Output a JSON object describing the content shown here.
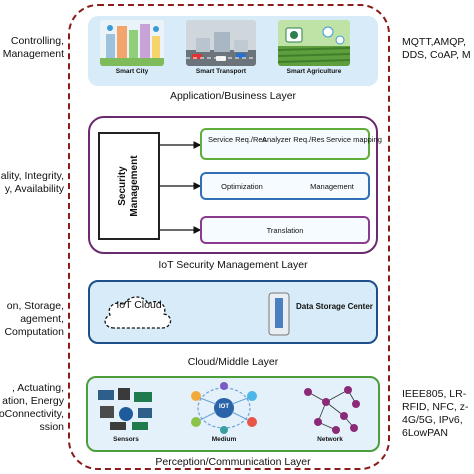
{
  "left_text": {
    "app": [
      "Controlling,",
      "Management"
    ],
    "security": [
      "ality, Integrity,",
      "y, Availability"
    ],
    "cloud": [
      "on, Storage,",
      "agement,",
      "Computation"
    ],
    "perception": [
      ", Actuating,",
      "ation, Energy",
      "oConnectivity,",
      "ssion"
    ]
  },
  "right_text": {
    "app": [
      "MQTT,AMQP,",
      "DDS, CoAP, M"
    ],
    "perception": [
      "IEEE805, LR-",
      "RFID, NFC, z-",
      "4G/5G, IPv6,",
      "6LowPAN"
    ]
  },
  "application_layer": {
    "label": "Application/Business Layer",
    "items": [
      "Smart City",
      "Smart Transport",
      "Smart Agriculture"
    ]
  },
  "security_layer": {
    "label": "IoT Security Management Layer",
    "management": "Security Management",
    "boxes": [
      {
        "texts": [
          "Service Req./Res",
          "Analyzer Req./Res",
          "Service mapping"
        ]
      },
      {
        "texts": [
          "Optimization",
          "Management"
        ]
      },
      {
        "texts": [
          "Translation"
        ]
      }
    ]
  },
  "cloud_layer": {
    "label": "Cloud/Middle Layer",
    "cloud": "IoT Cloud",
    "storage": "Data Storage Center"
  },
  "perception_layer": {
    "label": "Perception/Communication Layer",
    "items": [
      "Sensors",
      "Medium",
      "Network"
    ],
    "medium_center": "IOT"
  },
  "colors": {
    "outer_border": "#8a1c1c",
    "app_fill": "#d7ecf8",
    "security_border": "#6a2b6e",
    "green": "#5fae3a",
    "blue": "#2f6fb6",
    "purple": "#8a3a8f",
    "cloud_border": "#1f4e8c",
    "perception_border": "#4b9e3a"
  }
}
